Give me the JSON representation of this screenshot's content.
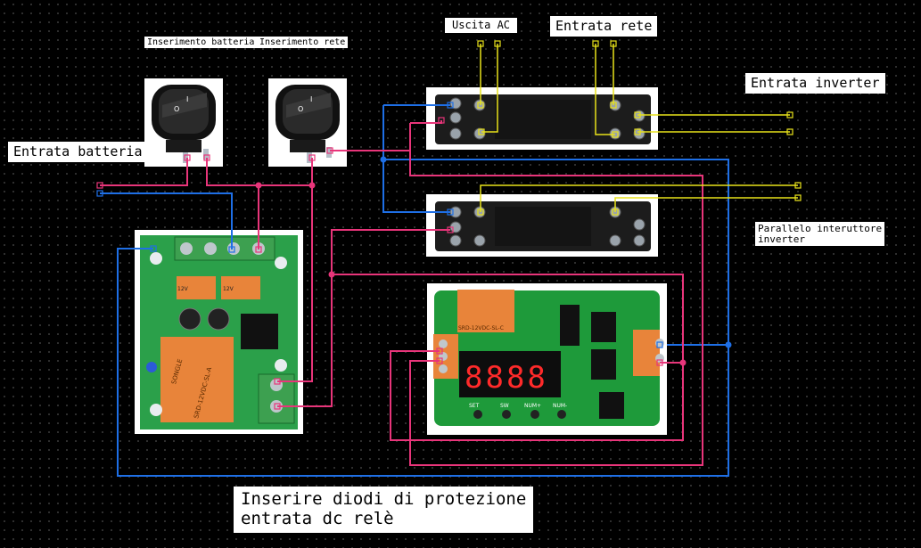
{
  "labels": {
    "uscita_ac": "Uscita AC",
    "entrata_rete": "Entrata rete",
    "entrata_inverter": "Entrata inverter",
    "inserimento_batteria": "Inserimento batteria",
    "inserimento_rete": "Inserimento rete",
    "entrata_batteria": "Entrata batteria",
    "parallelo_interruttore": "Parallelo interuttore\ninverter",
    "nota_diodi": "Inserire diodi di protezione\nentrata dc relè"
  },
  "relay_module": {
    "relay_text": "SONGLE",
    "relay_model": "SRD-12VDC-SL-A"
  },
  "timer_module": {
    "display": "8888",
    "relay_model": "SRD-12VDC-SL-C",
    "buttons": [
      "SET",
      "SW",
      "NUM+",
      "NUM-"
    ]
  },
  "colors": {
    "red_wire": "#e8357a",
    "blue_wire": "#1e6fe6",
    "yellow_wire": "#e8e21a",
    "pcb_green": "#1e9a3a",
    "relay_orange": "#e8843a",
    "display_red": "#ff2a2a"
  }
}
